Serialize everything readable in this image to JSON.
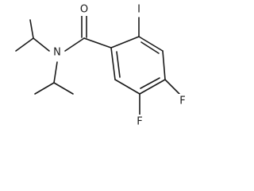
{
  "structure": {
    "atom_labels": {
      "carbonyl_oxygen": "O",
      "amide_nitrogen": "N",
      "iodine": "I",
      "fluorine_upper": "F",
      "fluorine_lower": "F"
    },
    "colors": {
      "bond": "#1a1a1a",
      "label": "#1a1a1a",
      "background": "#ffffff"
    }
  }
}
